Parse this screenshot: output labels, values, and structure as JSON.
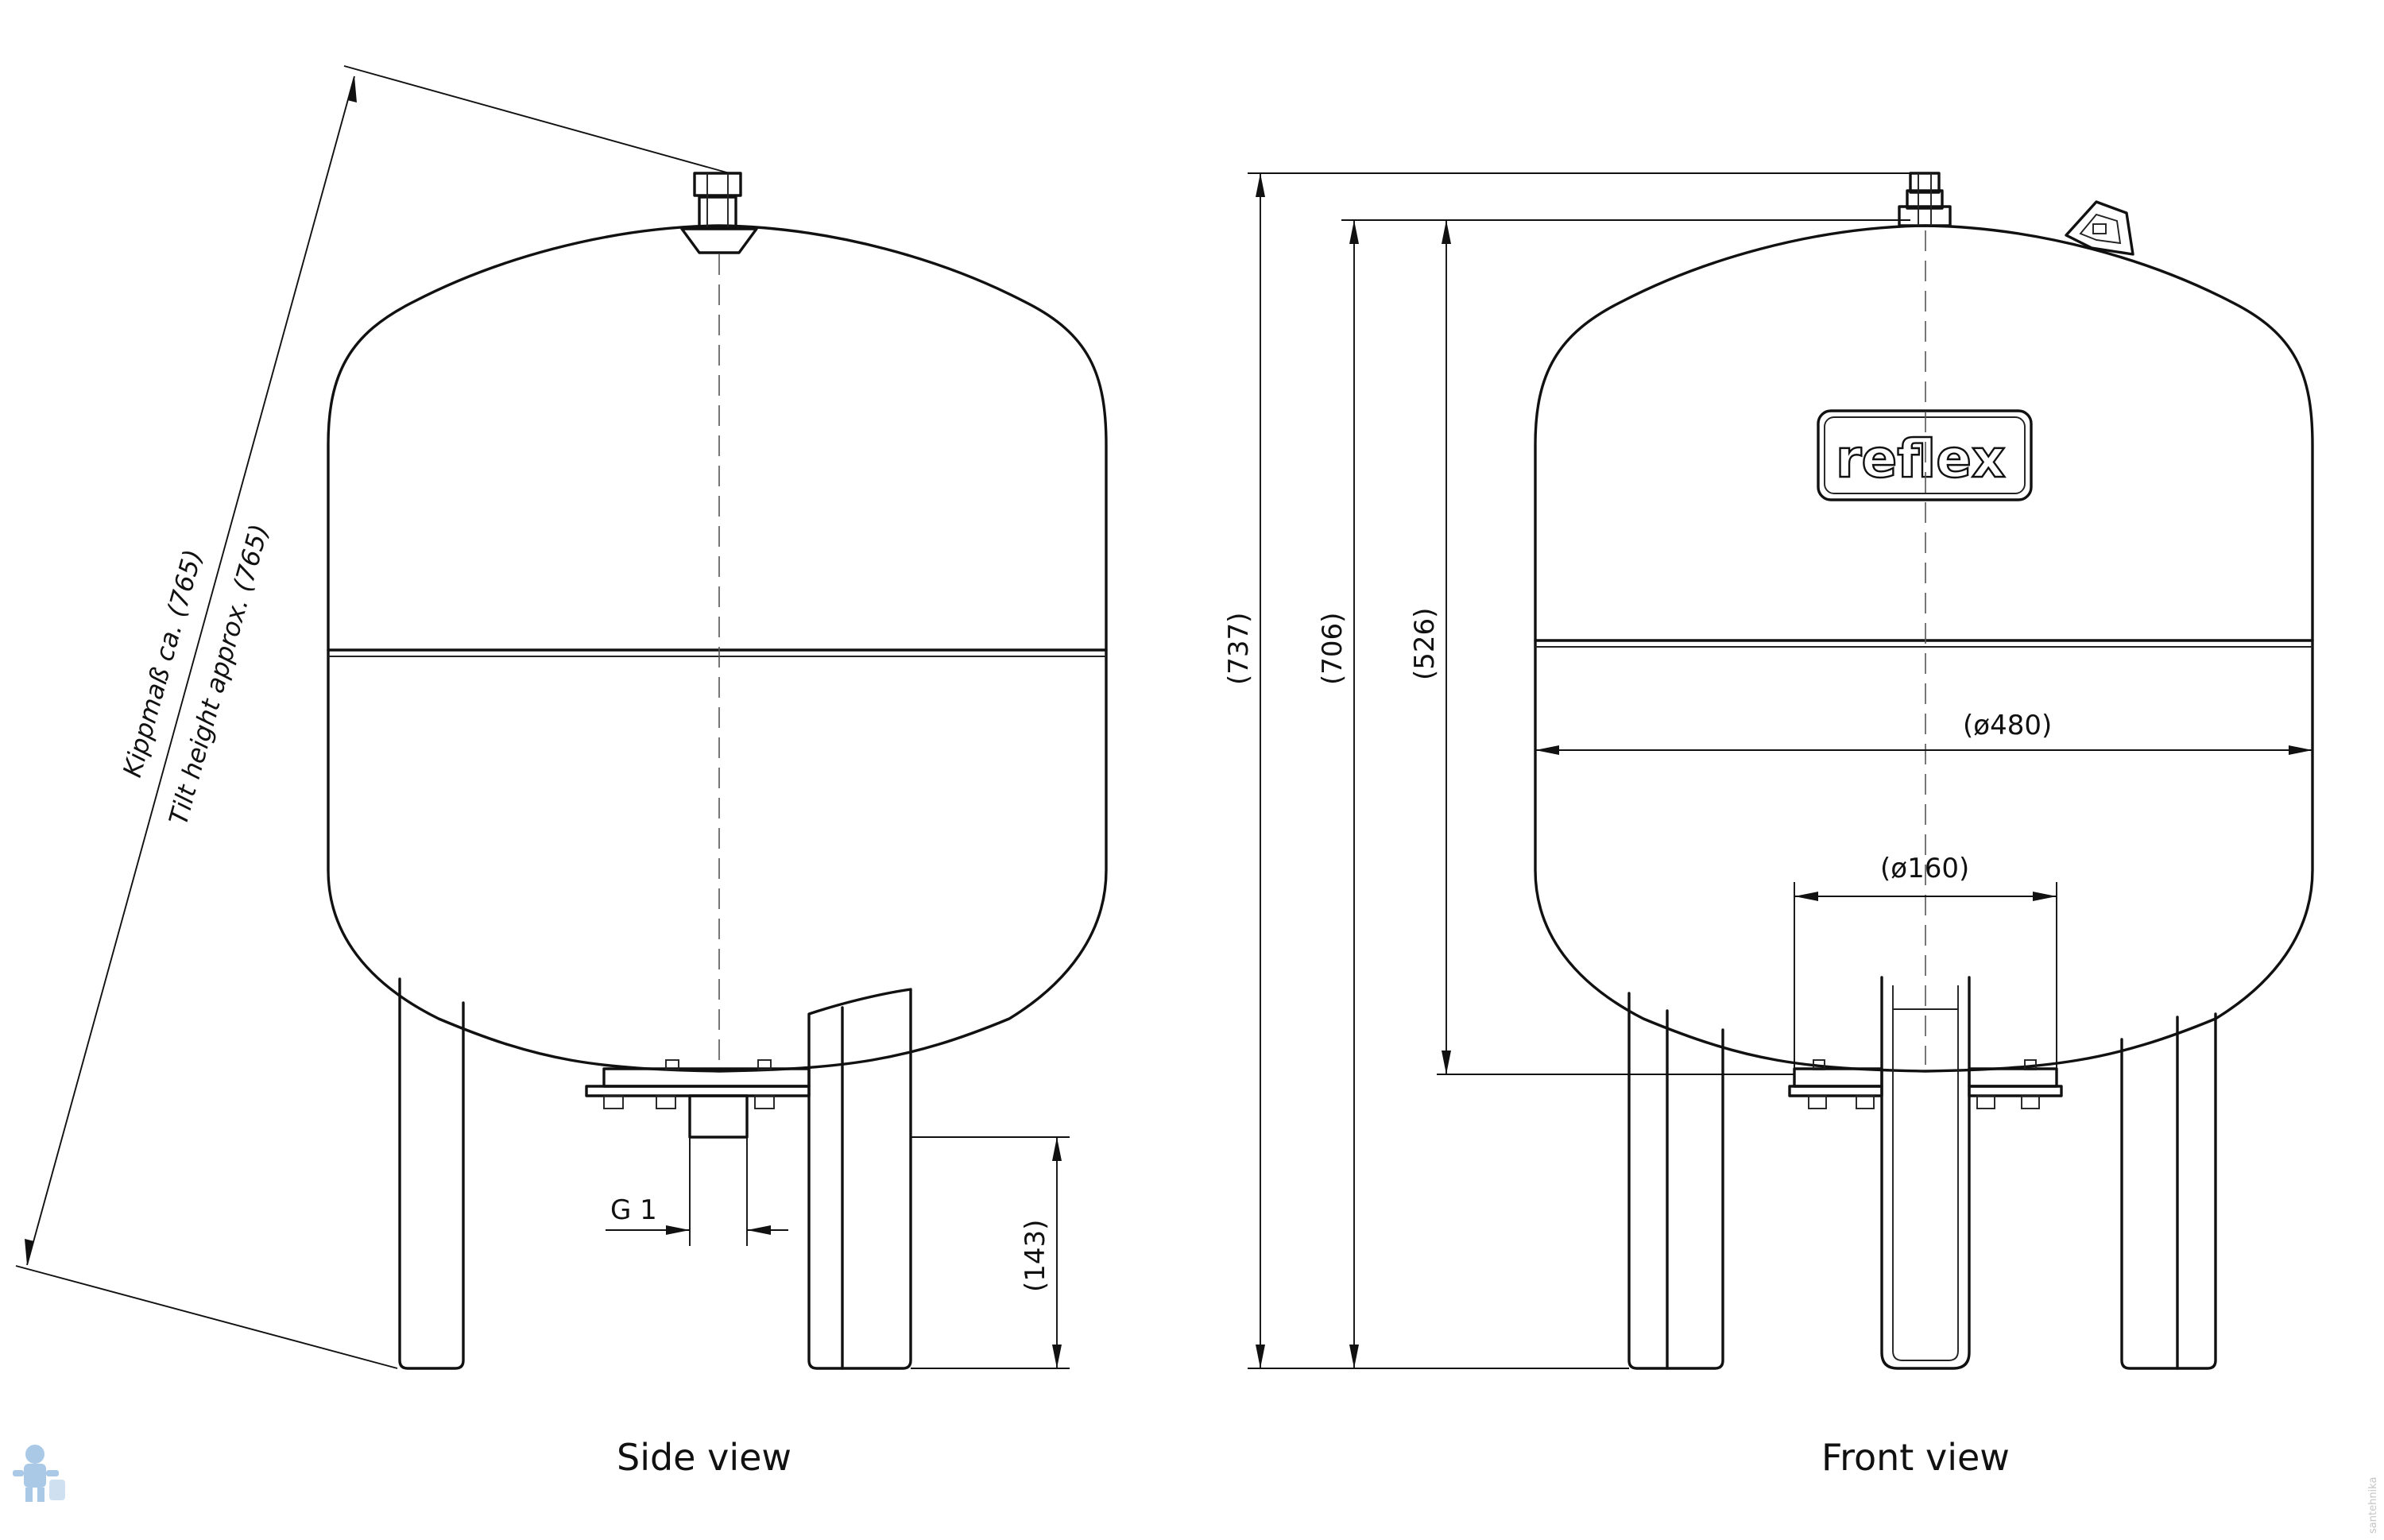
{
  "brand": {
    "logo_text": "reflex"
  },
  "side_view": {
    "caption": "Side view",
    "tilt_label_de": "Kippmaß ca. (765)",
    "tilt_label_en": "Tilt height approx. (765)",
    "connection_label": "G 1",
    "foot_height_label": "(143)"
  },
  "front_view": {
    "caption": "Front view",
    "total_height_label": "(737)",
    "vessel_height_label": "(706)",
    "bottom_height_label": "(526)",
    "diameter_label": "(ø480)",
    "foot_spacing_label": "(ø160)"
  },
  "watermark": {
    "text": "santehnika"
  },
  "colors": {
    "line": "#111111",
    "background": "#ffffff",
    "watermark": "#a9c9e6"
  }
}
